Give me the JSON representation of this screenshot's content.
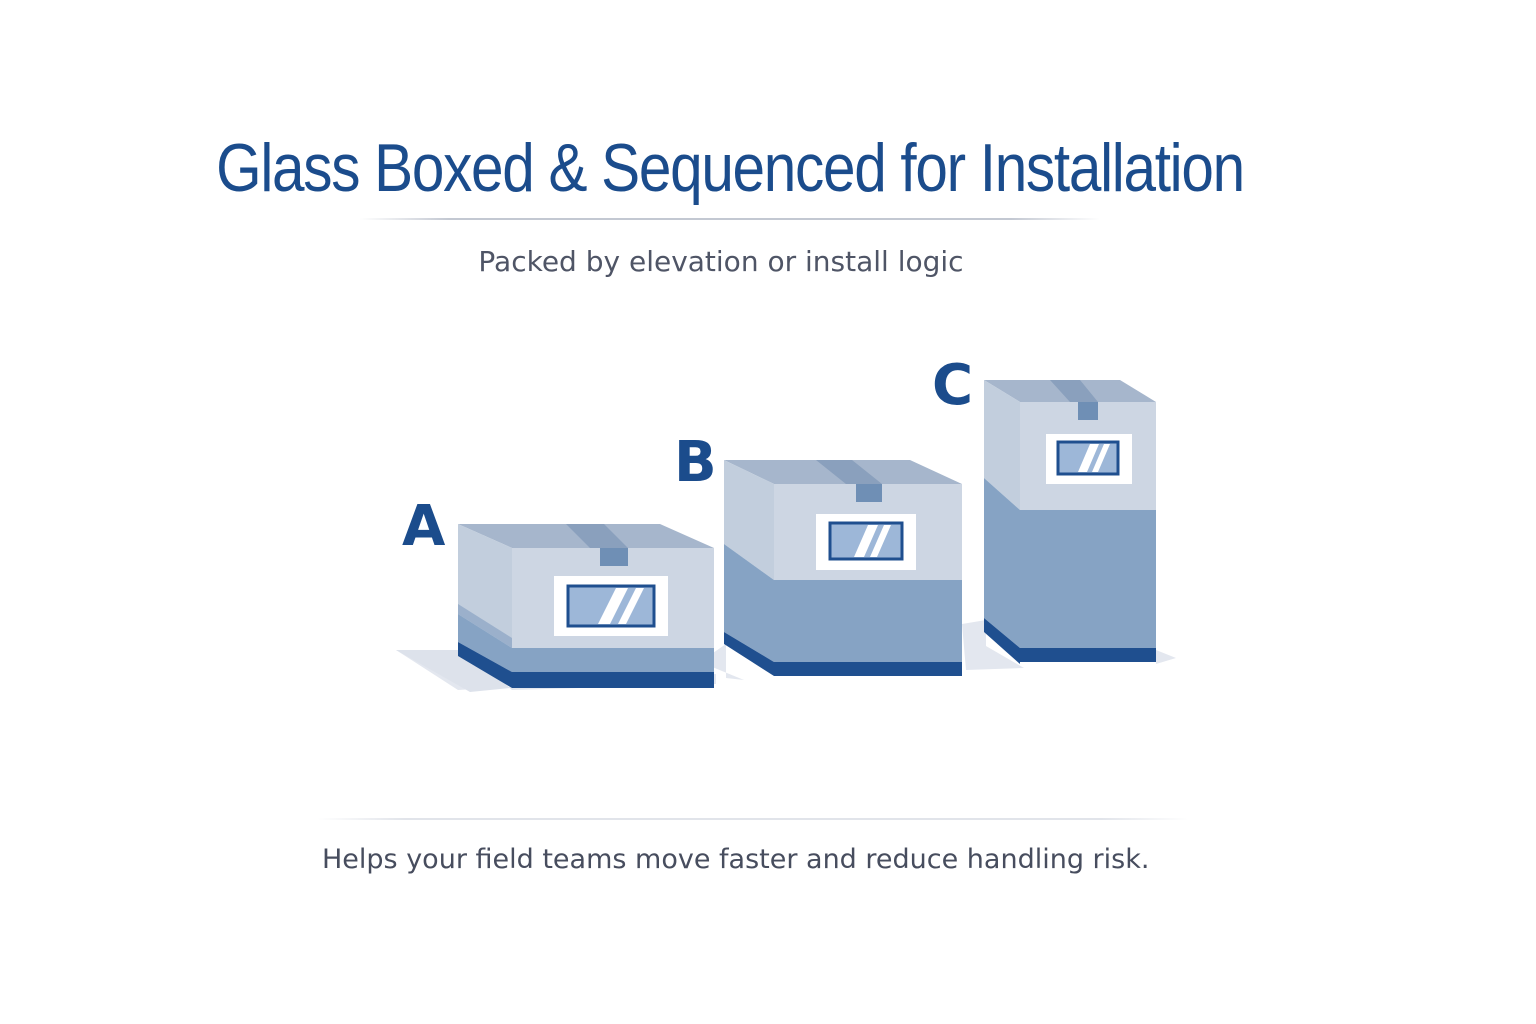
{
  "header": {
    "title": "Glass Boxed & Sequenced for Installation",
    "subtitle": "Packed by elevation or install logic"
  },
  "boxes": [
    {
      "letter": "A",
      "label_icon": "glass-pane-icon"
    },
    {
      "letter": "B",
      "label_icon": "glass-pane-icon"
    },
    {
      "letter": "C",
      "label_icon": "glass-pane-icon"
    }
  ],
  "footer": {
    "caption": "Helps your field teams move faster and reduce handling risk."
  },
  "colors": {
    "title": "#1b4c8c",
    "box_light": "#cdd6e3",
    "box_mid": "#86a3c4",
    "box_dark": "#1f4f8f",
    "tape": "#6f8fb5"
  }
}
